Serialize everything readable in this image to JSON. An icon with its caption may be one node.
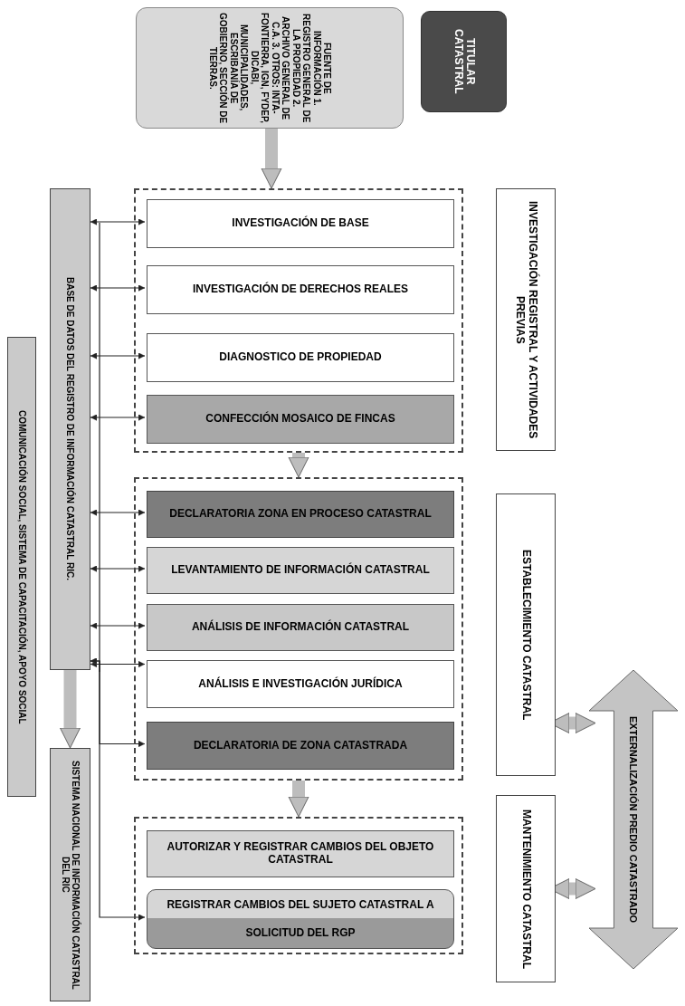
{
  "diagram": {
    "nodes": [
      {
        "text": [
          "FUENTE DE INFORMACIÓN 1. REGISTRO GENERAL DE LA PROPIEDAD 2. ARCHIVO GENERAL DE C.A. 3. OTROS: INTA-FONTIERRA, IGN, FYDEP, DICABI, MUNICIPALIDADES, ESCRIBANÍA DE GOBIERNO, SECCIÓN DE TIERRAS."
        ]
      },
      {
        "text": [
          "TITULAR CATASTRAL"
        ]
      },
      {
        "text": [],
        "shape": "box"
      },
      {
        "text": [
          "INVESTIGACIÓN DE BASE"
        ],
        "in": 2
      },
      {
        "text": [
          "INVESTIGACIÓN DE DERECHOS REALES"
        ],
        "in": 2
      },
      {
        "text": [
          "DIAGNOSTICO DE PROPIEDAD"
        ],
        "in": 2
      },
      {
        "text": [
          "CONFECCIÓN MOSAICO DE FINCAS"
        ],
        "in": 2
      },
      {
        "text": [
          "INVESTIGACIÓN REGISTRAL Y ACTIVIDADES PREVIAS"
        ]
      },
      {
        "text": [],
        "shape": "box"
      },
      {
        "text": [
          "DECLARATORIA ZONA EN PROCESO CATASTRAL"
        ],
        "in": 8
      },
      {
        "text": [
          "LEVANTAMIENTO DE INFORMACIÓN CATASTRAL"
        ],
        "in": 8
      },
      {
        "text": [
          "ANÁLISIS DE INFORMACIÓN CATASTRAL"
        ],
        "in": 8
      },
      {
        "text": [
          "ANÁLISIS E INVESTIGACIÓN JURÍDICA"
        ],
        "in": 8
      },
      {
        "text": [
          "DECLARATORIA DE ZONA CATASTRADA"
        ],
        "in": 8
      },
      {
        "text": [
          "ESTABLECIMIENTO CATASTRAL"
        ]
      },
      {
        "text": [],
        "shape": "box"
      },
      {
        "text": [
          "AUTORIZAR Y REGISTRAR CAMBIOS DEL OBJETO CATASTRAL"
        ],
        "in": 15
      },
      {
        "text": [
          "REGISTRAR CAMBIOS DEL SUJETO CATASTRAL A SOLICITUD DEL RGP"
        ],
        "in": 15
      },
      {
        "text": [
          "MANTENIMIENTO CATASTRAL"
        ]
      },
      {
        "text": [
          "EXTERNALIZACIÓN PREDIO CATASTRADO"
        ]
      },
      {
        "text": [
          "BASE DE DATOS DEL REGISTRO DE INFORMACIÓN CATASTRAL RIC."
        ]
      },
      {
        "text": [
          "SISTEMA NACIONAL DE INFORMACIÓN CATASTRAL DEL RIC"
        ]
      },
      {
        "text": [
          "COMUNICACIÓN SOCIAL, SISTEMA DE CAPACITACIÓN, APOYO SOCIAL"
        ]
      }
    ],
    "edges": [
      {
        "from": 0,
        "to": 2,
        "arrow": "to",
        "style": "thick",
        "color": "#bdbdbd"
      },
      {
        "from": 2,
        "to": 8,
        "arrow": "to",
        "style": "thick",
        "color": "#bdbdbd"
      },
      {
        "from": 8,
        "to": 15,
        "arrow": "to",
        "style": "thick",
        "color": "#bdbdbd"
      },
      {
        "from": 20,
        "to": 21,
        "arrow": "to",
        "style": "thick",
        "color": "#bdbdbd"
      },
      {
        "from": 14,
        "to": 19,
        "arrow": "both",
        "style": "thick",
        "color": "#bdbdbd"
      },
      {
        "from": 18,
        "to": 19,
        "arrow": "both",
        "style": "thick",
        "color": "#bdbdbd"
      },
      {
        "from": 20,
        "to": 3,
        "arrow": "both"
      },
      {
        "from": 20,
        "to": 4,
        "arrow": "both"
      },
      {
        "from": 20,
        "to": 5,
        "arrow": "both"
      },
      {
        "from": 20,
        "to": 6,
        "arrow": "both"
      },
      {
        "from": 20,
        "to": 9,
        "arrow": "both"
      },
      {
        "from": 20,
        "to": 10,
        "arrow": "both"
      },
      {
        "from": 20,
        "to": 11,
        "arrow": "both"
      },
      {
        "from": 20,
        "to": 12,
        "arrow": "both"
      },
      {
        "from": 20,
        "to": 13,
        "arrow": "both"
      },
      {
        "from": 20,
        "to": 17,
        "arrow": "both"
      }
    ]
  }
}
